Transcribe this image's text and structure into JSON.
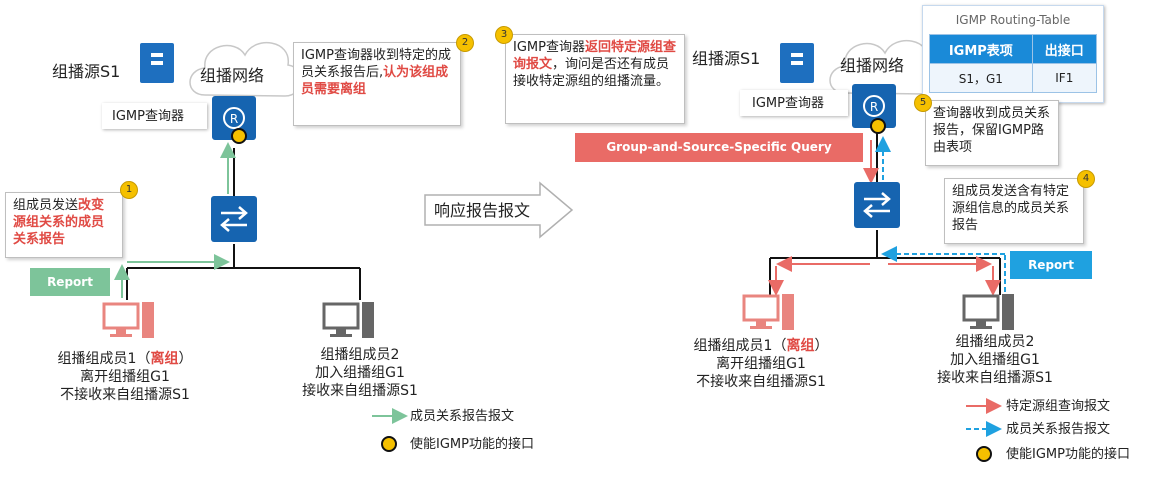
{
  "left": {
    "source_label": "组播源S1",
    "network_label": "组播网络",
    "querier_label": "IGMP查询器",
    "callout1_prefix": "组成员发送",
    "callout1_red": "改变源组关系的成员关系报告",
    "callout2_text": "IGMP查询器收到特定的成员关系报告后,",
    "callout2_red": "认为该组成员需要离组",
    "report_pill": "Report",
    "member1_line1_prefix": "组播组成员1（",
    "member1_line1_red": "离组",
    "member1_line1_suffix": "）",
    "member1_line2": "离开组播组G1",
    "member1_line3": "不接收来自组播源S1",
    "member2_line1": "组播组成员2",
    "member2_line2": "加入组播组G1",
    "member2_line3": "接收来自组播源S1",
    "legend_report": "成员关系报告报文",
    "legend_iface": "使能IGMP功能的接口"
  },
  "middle": {
    "arrow_label": "响应报告报文",
    "callout3_prefix": "IGMP查询器",
    "callout3_red": "返回特定源组查询报文",
    "callout3_suffix": "，询问是否还有成员接收特定源组的组播流量。",
    "query_pill": "Group-and-Source-Specific Query"
  },
  "right": {
    "source_label": "组播源S1",
    "network_label": "组播网络",
    "querier_label": "IGMP查询器",
    "routing_table_title": "IGMP Routing-Table",
    "table_header_col1": "IGMP表项",
    "table_header_col2": "出接口",
    "table_row_col1": "S1，G1",
    "table_row_col2": "IF1",
    "callout4_text": "组成员发送含有特定源组信息的成员关系报告",
    "callout5_text": "查询器收到成员关系报告，保留IGMP路由表项",
    "report_pill": "Report",
    "member1_line1_prefix": "组播组成员1（",
    "member1_line1_red": "离组",
    "member1_line1_suffix": "）",
    "member1_line2": "离开组播组G1",
    "member1_line3": "不接收来自组播源S1",
    "member2_line1": "组播组成员2",
    "member2_line2": "加入组播组G1",
    "member2_line3": "接收来自组播源S1",
    "legend_query": "特定源组查询报文",
    "legend_report": "成员关系报告报文",
    "legend_iface": "使能IGMP功能的接口"
  },
  "badges": [
    "1",
    "2",
    "3",
    "4",
    "5"
  ],
  "colors": {
    "device_blue": "#1664b0",
    "report_green": "#7dc49a",
    "query_red": "#e96b66",
    "report_blue": "#1fa1e0",
    "accent_red": "#e04a44",
    "iface_yellow": "#f5c000"
  }
}
